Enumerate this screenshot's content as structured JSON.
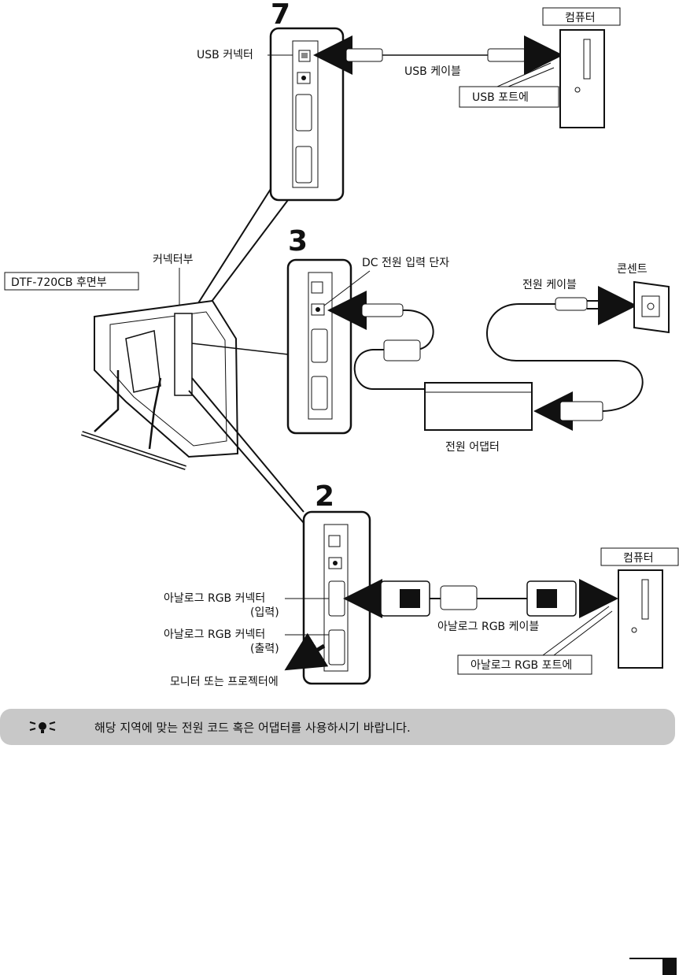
{
  "steps": {
    "usb": "7",
    "power": "3",
    "rgb": "2"
  },
  "labels": {
    "computer_top": "컴퓨터",
    "usb_connector": "USB 커넥터",
    "usb_cable": "USB 케이블",
    "usb_port": "USB 포트에",
    "connector_section": "커넥터부",
    "model_rear": "DTF-720CB 후면부",
    "dc_input": "DC 전원 입력 단자",
    "power_cable": "전원 케이블",
    "outlet": "콘센트",
    "power_adapter": "전원 어댑터",
    "computer_bottom": "컴퓨터",
    "analog_in_1": "아날로그 RGB 커넥터",
    "analog_in_2": "(입력)",
    "analog_out_1": "아날로그 RGB 커넥터",
    "analog_out_2": "(출력)",
    "analog_cable": "아날로그 RGB 케이블",
    "analog_port": "아날로그 RGB 포트에",
    "monitor_projector": "모니터 또는 프로젝터에"
  },
  "note": {
    "icon": "lightbulb-icon",
    "text": "해당 지역에 맞는 전원 코드 혹은 어댑터를 사용하시기 바랍니다."
  }
}
